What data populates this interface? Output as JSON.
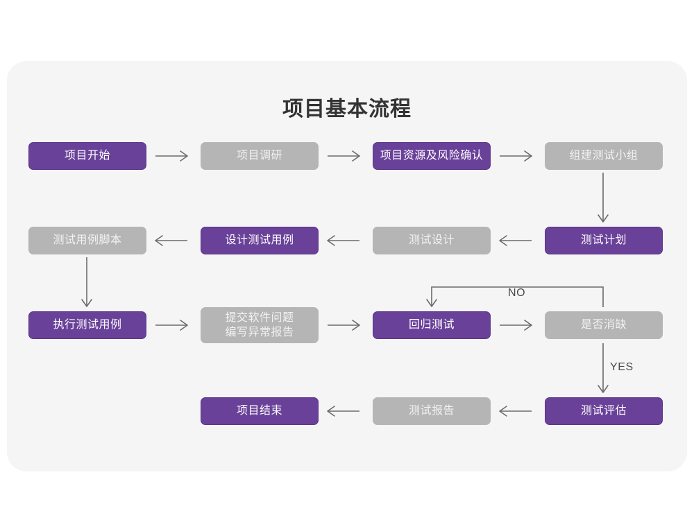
{
  "page": {
    "background_color": "#ffffff",
    "card_color": "#f5f5f6"
  },
  "title": "项目基本流程",
  "palette": {
    "purple": "#6a4199",
    "purple_border": "#5b3688",
    "gray": "#b5b5b5",
    "node_text_light": "#ffffff",
    "arrow": "#6b6b6b",
    "title_text": "#333333",
    "label_text": "#4a4a4a"
  },
  "nodes": [
    {
      "id": "n1",
      "label": "项目开始",
      "style": "purple",
      "row": 1,
      "col": 1
    },
    {
      "id": "n2",
      "label": "项目调研",
      "style": "gray",
      "row": 1,
      "col": 2
    },
    {
      "id": "n3",
      "label": "项目资源及风险确认",
      "style": "purple",
      "row": 1,
      "col": 3
    },
    {
      "id": "n4",
      "label": "组建测试小组",
      "style": "gray",
      "row": 1,
      "col": 4
    },
    {
      "id": "n5",
      "label": "测试用例脚本",
      "style": "gray",
      "row": 2,
      "col": 1
    },
    {
      "id": "n6",
      "label": "设计测试用例",
      "style": "purple",
      "row": 2,
      "col": 2
    },
    {
      "id": "n7",
      "label": "测试设计",
      "style": "gray",
      "row": 2,
      "col": 3
    },
    {
      "id": "n8",
      "label": "测试计划",
      "style": "purple",
      "row": 2,
      "col": 4
    },
    {
      "id": "n9",
      "label": "执行测试用例",
      "style": "purple",
      "row": 3,
      "col": 1
    },
    {
      "id": "n10",
      "label": "提交软件问题\n编写异常报告",
      "style": "gray",
      "row": 3,
      "col": 2
    },
    {
      "id": "n11",
      "label": "回归测试",
      "style": "purple",
      "row": 3,
      "col": 3
    },
    {
      "id": "n12",
      "label": "是否消缺",
      "style": "gray",
      "row": 3,
      "col": 4
    },
    {
      "id": "n13",
      "label": "项目结束",
      "style": "purple",
      "row": 4,
      "col": 2
    },
    {
      "id": "n14",
      "label": "测试报告",
      "style": "gray",
      "row": 4,
      "col": 3
    },
    {
      "id": "n15",
      "label": "测试评估",
      "style": "purple",
      "row": 4,
      "col": 4
    }
  ],
  "edges": [
    {
      "from": "n1",
      "to": "n2",
      "direction": "right",
      "label": ""
    },
    {
      "from": "n2",
      "to": "n3",
      "direction": "right",
      "label": ""
    },
    {
      "from": "n3",
      "to": "n4",
      "direction": "right",
      "label": ""
    },
    {
      "from": "n4",
      "to": "n8",
      "direction": "down",
      "label": ""
    },
    {
      "from": "n8",
      "to": "n7",
      "direction": "left",
      "label": ""
    },
    {
      "from": "n7",
      "to": "n6",
      "direction": "left",
      "label": ""
    },
    {
      "from": "n6",
      "to": "n5",
      "direction": "left",
      "label": ""
    },
    {
      "from": "n5",
      "to": "n9",
      "direction": "down",
      "label": ""
    },
    {
      "from": "n9",
      "to": "n10",
      "direction": "right",
      "label": ""
    },
    {
      "from": "n10",
      "to": "n11",
      "direction": "right",
      "label": ""
    },
    {
      "from": "n11",
      "to": "n12",
      "direction": "right",
      "label": ""
    },
    {
      "from": "n12",
      "to": "n11",
      "direction": "loop-up",
      "label": "NO"
    },
    {
      "from": "n12",
      "to": "n15",
      "direction": "down",
      "label": "YES"
    },
    {
      "from": "n15",
      "to": "n14",
      "direction": "left",
      "label": ""
    },
    {
      "from": "n14",
      "to": "n13",
      "direction": "left",
      "label": ""
    }
  ],
  "edge_labels": {
    "no": "NO",
    "yes": "YES"
  }
}
